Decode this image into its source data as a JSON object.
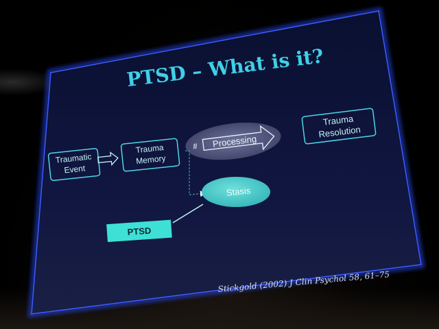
{
  "slide": {
    "title": "PTSD – What is it?",
    "boxes": {
      "traumatic_event": [
        "Traumatic",
        "Event"
      ],
      "trauma_memory": [
        "Trauma",
        "Memory"
      ],
      "trauma_resolution": [
        "Trauma",
        "Resolution"
      ]
    },
    "processing_label": "Processing",
    "block_symbol": "//",
    "stasis_label": "Stasis",
    "ptsd_label": "PTSD",
    "citation": "Stickgold (2002) J Clin Psychol 58, 61–75"
  },
  "colors": {
    "title": "#3fd0e8",
    "box_border": "#4fd6e6",
    "slide_background": "#0d1330",
    "slide_border_glow": "#2b4cff",
    "stasis_fill": "#3ec6c8",
    "ptsd_fill": "#3ee0d6",
    "processing_fill": "#4a4f7a"
  }
}
